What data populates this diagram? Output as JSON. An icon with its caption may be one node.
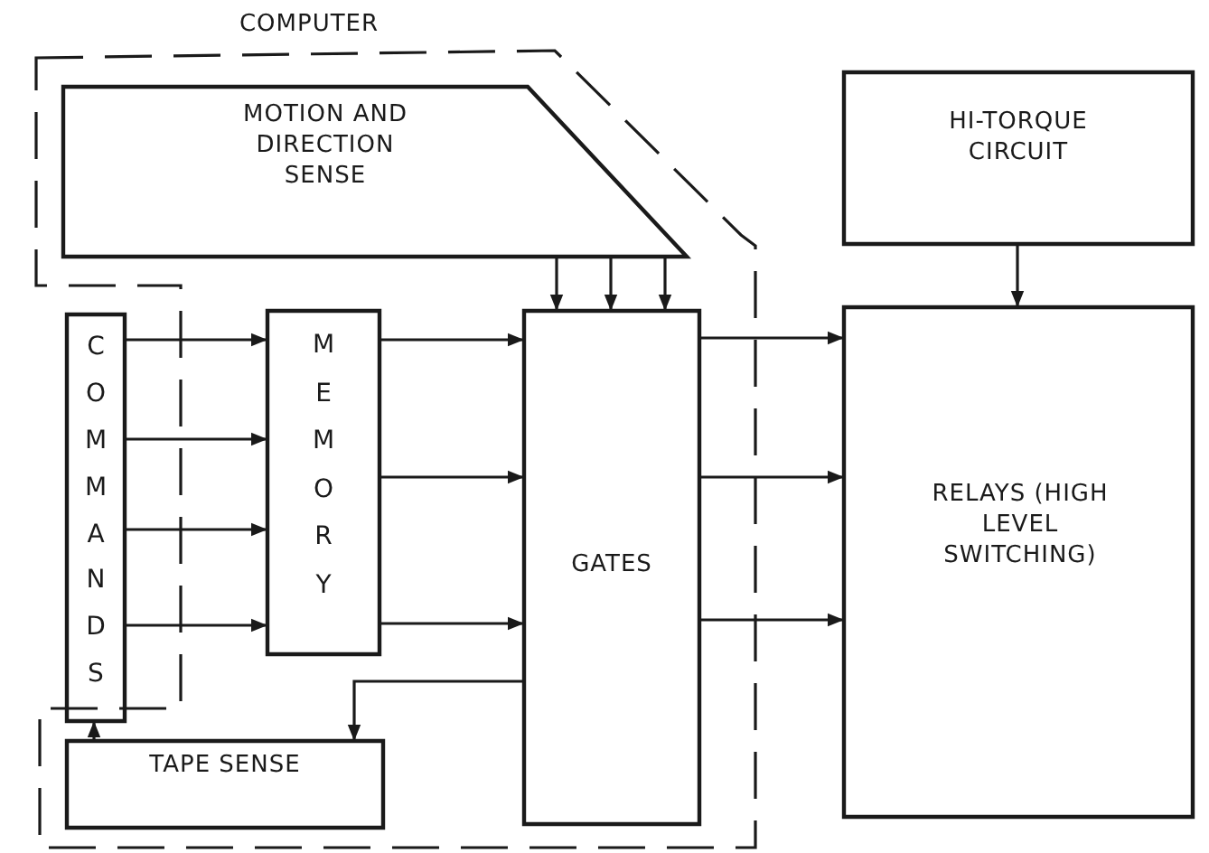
{
  "diagram": {
    "nodes": [
      {
        "text": [
          "COMPUTER"
        ]
      },
      {
        "text": [
          "MOTION AND DIRECTION SENSE"
        ],
        "in": 0
      },
      {
        "text": [
          "COMMANDS"
        ]
      },
      {
        "text": [
          "MEMORY"
        ],
        "in": 0
      },
      {
        "text": [
          "GATES"
        ],
        "in": 0
      },
      {
        "text": [
          "TAPE SENSE"
        ],
        "in": 0
      },
      {
        "text": [
          "HI-TORQUE CIRCUIT"
        ]
      },
      {
        "text": [
          "RELAYS (HIGH LEVEL SWITCHING)"
        ]
      }
    ],
    "edges": [
      {
        "from": 2,
        "to": 3,
        "arrow": "to"
      },
      {
        "from": 2,
        "to": 3,
        "arrow": "to"
      },
      {
        "from": 2,
        "to": 3,
        "arrow": "to"
      },
      {
        "from": 2,
        "to": 3,
        "arrow": "to"
      },
      {
        "from": 3,
        "to": 4,
        "arrow": "to"
      },
      {
        "from": 3,
        "to": 4,
        "arrow": "to"
      },
      {
        "from": 3,
        "to": 4,
        "arrow": "to"
      },
      {
        "from": 1,
        "to": 4,
        "arrow": "to"
      },
      {
        "from": 1,
        "to": 4,
        "arrow": "to"
      },
      {
        "from": 1,
        "to": 4,
        "arrow": "to"
      },
      {
        "from": 4,
        "to": 7,
        "arrow": "to"
      },
      {
        "from": 4,
        "to": 7,
        "arrow": "to"
      },
      {
        "from": 4,
        "to": 7,
        "arrow": "to"
      },
      {
        "from": 6,
        "to": 7,
        "arrow": "to"
      },
      {
        "from": 5,
        "to": 2,
        "arrow": "to"
      },
      {
        "from": 4,
        "to": 5,
        "arrow": "to"
      }
    ]
  }
}
